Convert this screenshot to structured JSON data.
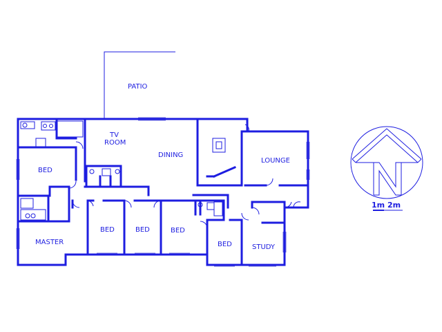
{
  "colors": {
    "wall": "#1d1de0",
    "background": "#ffffff"
  },
  "rooms": {
    "patio": "PATIO",
    "tv_room_line1": "TV",
    "tv_room_line2": "ROOM",
    "dining": "DINING",
    "lounge": "LOUNGE",
    "bed_left": "BED",
    "master": "MASTER",
    "bed_2": "BED",
    "bed_3": "BED",
    "bed_4": "BED",
    "bed_5": "BED",
    "study": "STUDY"
  },
  "scale": {
    "label": "1m 2m"
  },
  "icons": {
    "compass": "north-arrow-icon"
  }
}
